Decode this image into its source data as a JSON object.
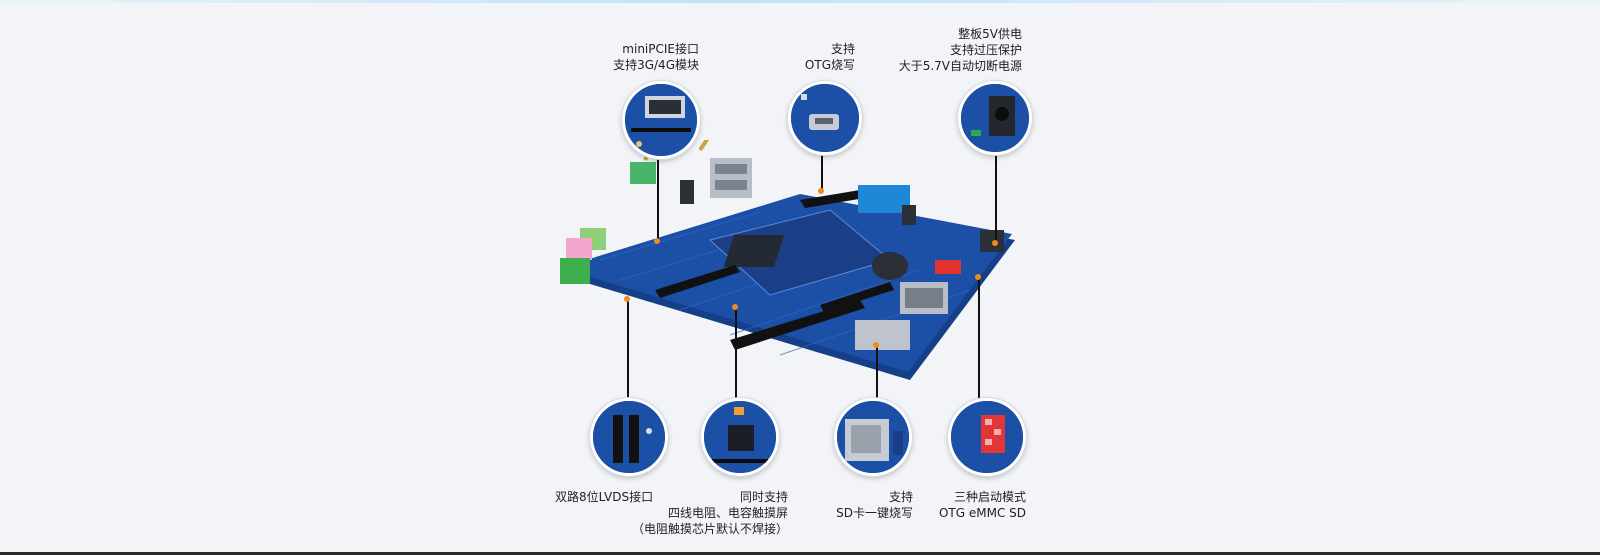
{
  "callouts": {
    "minipcie": {
      "line1": "miniPCIE接口",
      "line2": "支持3G/4G模块"
    },
    "otg": {
      "line1": "支持",
      "line2": "OTG烧写"
    },
    "power": {
      "line1": "整板5V供电",
      "line2": "支持过压保护",
      "line3": "大于5.7V自动切断电源"
    },
    "lvds": {
      "line1": "双路8位LVDS接口"
    },
    "touch": {
      "line1": "同时支持",
      "line2": "四线电阻、电容触摸屏",
      "line3": "（电阻触摸芯片默认不焊接）"
    },
    "sd": {
      "line1": "支持",
      "line2": "SD卡一键烧写"
    },
    "boot": {
      "line1": "三种启动模式",
      "line2": "OTG eMMC SD"
    }
  },
  "colors": {
    "pcb": "#1c4fa6",
    "pcb_dark": "#153f88",
    "accent": "#f08a1c",
    "line": "#111111",
    "background": "#f3f4f7"
  }
}
